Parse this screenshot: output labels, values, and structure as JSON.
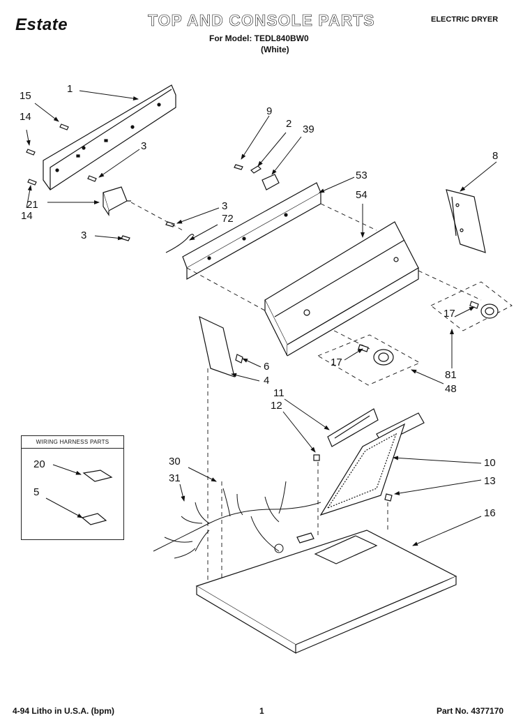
{
  "header": {
    "brand": "Estate",
    "title": "TOP AND CONSOLE PARTS",
    "model_line": "For Model: TEDL840BW0",
    "color_line": "(White)",
    "doc_type": "ELECTRIC DRYER"
  },
  "wiring_box": {
    "title": "WIRING HARNESS PARTS"
  },
  "callouts": {
    "c1": "1",
    "c2": "2",
    "c3a": "3",
    "c3b": "3",
    "c3c": "3",
    "c4": "4",
    "c5": "5",
    "c6": "6",
    "c8": "8",
    "c9": "9",
    "c10": "10",
    "c11": "11",
    "c12": "12",
    "c13": "13",
    "c14a": "14",
    "c14b": "14",
    "c15": "15",
    "c16": "16",
    "c17a": "17",
    "c17b": "17",
    "c20": "20",
    "c21": "21",
    "c30": "30",
    "c31": "31",
    "c39": "39",
    "c48": "48",
    "c53": "53",
    "c54": "54",
    "c72": "72",
    "c81": "81"
  },
  "footer": {
    "litho": "4-94 Litho in U.S.A. (bpm)",
    "page": "1",
    "part_no": "Part No. 4377170"
  }
}
